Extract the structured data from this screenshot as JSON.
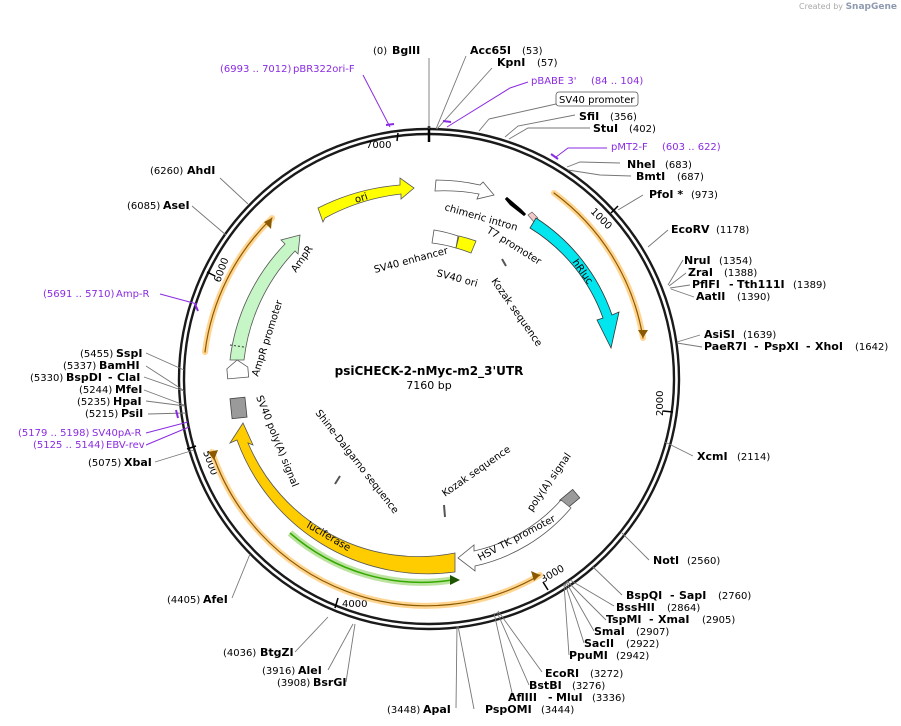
{
  "credit": {
    "prefix": "Created by",
    "brand": "SnapGene"
  },
  "plasmid": {
    "name": "psiCHECK-2-nMyc-m2_3'UTR",
    "size": "7160 bp"
  },
  "ticks": [
    "1000",
    "2000",
    "3000",
    "4000",
    "5000",
    "6000",
    "7000"
  ],
  "enzymes": [
    {
      "name": "BglII",
      "pos": "(0)"
    },
    {
      "name": "Acc65I",
      "pos": "(53)"
    },
    {
      "name": "KpnI",
      "pos": "(57)"
    },
    {
      "name": "SfiI",
      "pos": "(356)"
    },
    {
      "name": "StuI",
      "pos": "(402)"
    },
    {
      "name": "NheI",
      "pos": "(683)"
    },
    {
      "name": "BmtI",
      "pos": "(687)"
    },
    {
      "name": "PfoI *",
      "pos": "(973)"
    },
    {
      "name": "EcoRV",
      "pos": "(1178)"
    },
    {
      "name": "NruI",
      "pos": "(1354)"
    },
    {
      "name": "ZraI",
      "pos": "(1388)"
    },
    {
      "name": "PflFI",
      "name2": "Tth111I",
      "pos": "(1389)"
    },
    {
      "name": "AatII",
      "pos": "(1390)"
    },
    {
      "name": "AsiSI",
      "pos": "(1639)"
    },
    {
      "name": "PaeR7I",
      "name2": "PspXI",
      "name3": "XhoI",
      "pos": "(1642)"
    },
    {
      "name": "XcmI",
      "pos": "(2114)"
    },
    {
      "name": "NotI",
      "pos": "(2560)"
    },
    {
      "name": "BspQI",
      "name2": "SapI",
      "pos": "(2760)"
    },
    {
      "name": "BssHII",
      "pos": "(2864)"
    },
    {
      "name": "TspMI",
      "name2": "XmaI",
      "pos": "(2905)"
    },
    {
      "name": "SmaI",
      "pos": "(2907)"
    },
    {
      "name": "SacII",
      "pos": "(2922)"
    },
    {
      "name": "PpuMI",
      "pos": "(2942)"
    },
    {
      "name": "EcoRI",
      "pos": "(3272)"
    },
    {
      "name": "BstBI",
      "pos": "(3276)"
    },
    {
      "name": "AflIII",
      "name2": "MluI",
      "pos": "(3336)"
    },
    {
      "name": "PspOMI",
      "pos": "(3444)"
    },
    {
      "name": "ApaI",
      "pos": "(3448)"
    },
    {
      "name": "BsrGI",
      "pos": "(3908)"
    },
    {
      "name": "AleI",
      "pos": "(3916)"
    },
    {
      "name": "BtgZI",
      "pos": "(4036)"
    },
    {
      "name": "AfeI",
      "pos": "(4405)"
    },
    {
      "name": "XbaI",
      "pos": "(5075)"
    },
    {
      "name": "PsiI",
      "pos": "(5215)"
    },
    {
      "name": "HpaI",
      "pos": "(5235)"
    },
    {
      "name": "MfeI",
      "pos": "(5244)"
    },
    {
      "name": "BspDI",
      "name2": "ClaI",
      "pos": "(5330)"
    },
    {
      "name": "BamHI",
      "pos": "(5337)"
    },
    {
      "name": "SspI",
      "pos": "(5455)"
    },
    {
      "name": "AseI",
      "pos": "(6085)"
    },
    {
      "name": "AhdI",
      "pos": "(6260)"
    }
  ],
  "primers": [
    {
      "range": "(6993 .. 7012)",
      "name": "pBR322ori-F"
    },
    {
      "name": "pBABE 3'",
      "range": "(84 .. 104)"
    },
    {
      "name": "pMT2-F",
      "range": "(603 .. 622)"
    },
    {
      "range": "(5691 .. 5710)",
      "name": "Amp-R"
    },
    {
      "range": "(5179 .. 5198)",
      "name": "SV40pA-R"
    },
    {
      "range": "(5125 .. 5144)",
      "name": "EBV-rev"
    }
  ],
  "features": {
    "sv40_promoter_outer": "SV40 promoter",
    "chimeric_intron": "chimeric intron",
    "t7_promoter": "T7 promoter",
    "hrluc": "hRluc",
    "sv40_enhancer": "SV40 enhancer",
    "sv40_ori": "SV40 ori",
    "kozak1": "Kozak sequence",
    "ori": "ori",
    "ampr": "AmpR",
    "ampr_promoter": "AmpR promoter",
    "sv40_polya": "SV40 poly(A) signal",
    "shine_dalgarno": "Shine-Dalgarno sequence",
    "kozak2": "Kozak sequence",
    "polya_signal": "poly(A) signal",
    "hsv_tk_promoter": "HSV TK promoter",
    "luciferase": "luciferase"
  },
  "colors": {
    "ori": "#ffff00",
    "hrluc": "#00e5ee",
    "ampr": "#c6f5c6",
    "luciferase": "#ffcc00",
    "orf_highlight": "#ffd591",
    "primer": "#8a2be2",
    "green_orf": "#33aa00"
  }
}
